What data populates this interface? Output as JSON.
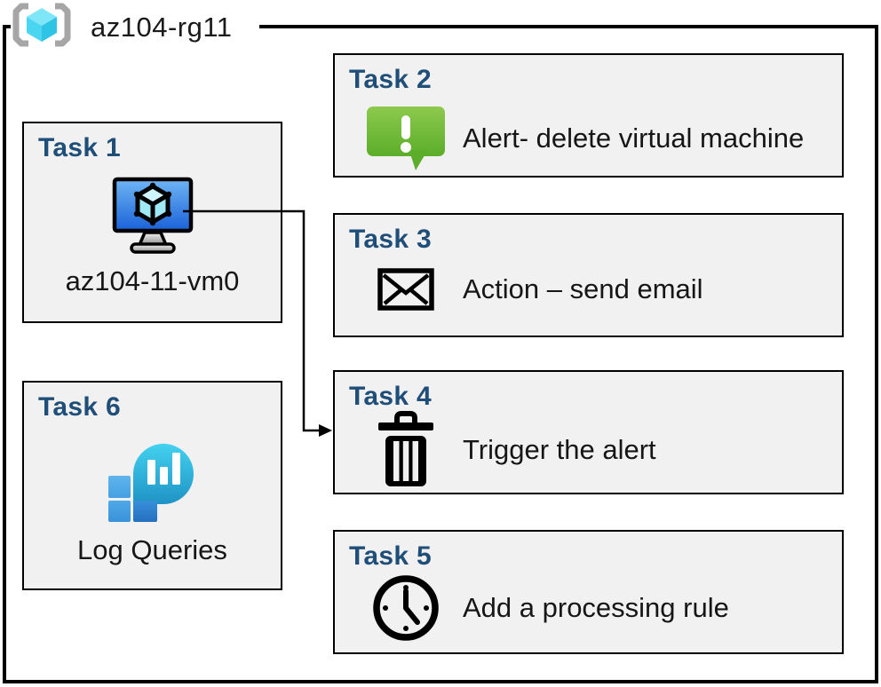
{
  "resource_group": {
    "label": "az104-rg11",
    "icon": "resource-group-icon"
  },
  "tasks": [
    {
      "heading": "Task 1",
      "label": "az104-11-vm0",
      "icon": "virtual-machine-icon"
    },
    {
      "heading": "Task 2",
      "label": "Alert- delete virtual machine",
      "icon": "alert-icon"
    },
    {
      "heading": "Task 3",
      "label": "Action – send email",
      "icon": "email-icon"
    },
    {
      "heading": "Task 4",
      "label": "Trigger the alert",
      "icon": "trash-icon"
    },
    {
      "heading": "Task 5",
      "label": "Add a processing rule",
      "icon": "clock-icon"
    },
    {
      "heading": "Task 6",
      "label": "Log Queries",
      "icon": "log-analytics-icon"
    }
  ],
  "connector": {
    "from": "task-1-vm",
    "to": "task-4-box"
  },
  "colors": {
    "heading_blue": "#1F4E79",
    "box_fill": "#F1F1F2",
    "border_black": "#000000",
    "alert_green_top": "#8DC94D",
    "alert_green_bottom": "#5BAD2A",
    "vm_screen_top": "#6FB5F3",
    "vm_screen_bottom": "#1A61D9",
    "log_bubble_top": "#44D1EF",
    "log_bubble_bottom": "#1E93C5",
    "rg_cube_cyan": "#48D5F0",
    "bracket_gray": "#A6A6A6"
  }
}
